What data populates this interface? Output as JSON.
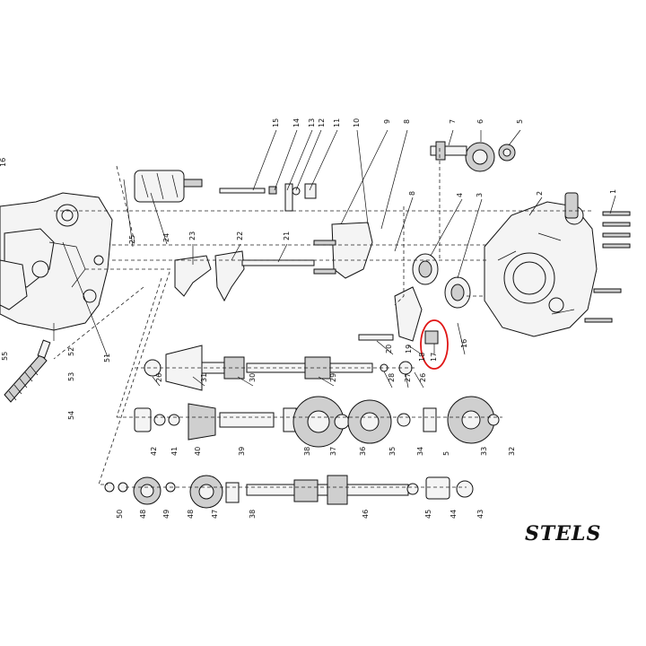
{
  "brand": "STELS",
  "highlight_color": "#e01515",
  "part_numbers": {
    "p1": "1",
    "p2": "2",
    "p3": "3",
    "p4": "4",
    "p5": "5",
    "p6": "6",
    "p7": "7",
    "p8": "8",
    "p8b": "8",
    "p9": "9",
    "p10": "10",
    "p11": "11",
    "p12": "12",
    "p13": "13",
    "p14": "14",
    "p15": "15",
    "p16": "16",
    "p17": "17",
    "p18": "18",
    "p19": "19",
    "p20": "20",
    "p21": "21",
    "p22": "22",
    "p23": "23",
    "p24": "24",
    "p25": "25",
    "p26a": "26",
    "p26b": "26",
    "p27": "27",
    "p28": "28",
    "p29": "29",
    "p30": "30",
    "p31": "31",
    "p32": "32",
    "p33": "33",
    "p34": "34",
    "p35": "35",
    "p36": "36",
    "p37": "37",
    "p38a": "38",
    "p38b": "38",
    "p39": "39",
    "p40": "40",
    "p41": "41",
    "p42": "42",
    "p43": "43",
    "p44": "44",
    "p45": "45",
    "p46": "46",
    "p47": "47",
    "p48a": "48",
    "p48b": "48",
    "p49": "49",
    "p50": "50",
    "p5b": "5",
    "p51": "51",
    "p52": "52",
    "p53": "53",
    "p54": "54",
    "p55": "55",
    "p16b": "16"
  }
}
